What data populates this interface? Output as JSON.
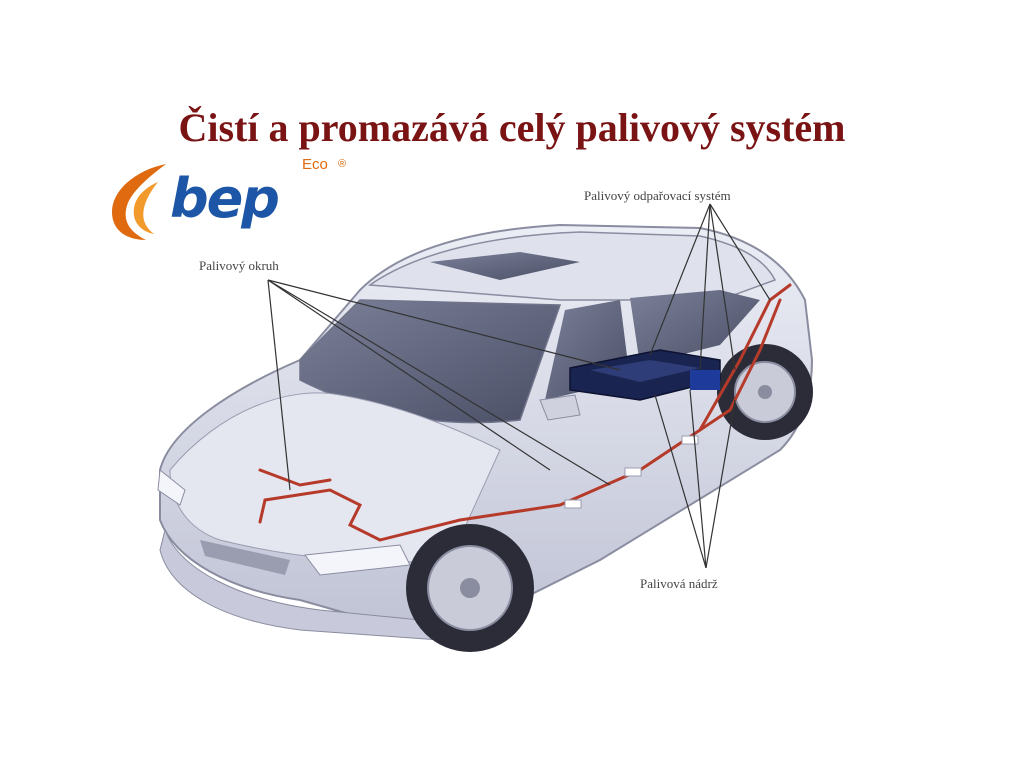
{
  "slide": {
    "title": "Čistí a promazává celý palivový systém"
  },
  "logo": {
    "brand": "bep",
    "sub": "Eco",
    "registered": "®",
    "colors": {
      "blue": "#1d56a6",
      "orange": "#e06a10"
    }
  },
  "labels": {
    "fuel_circuit": "Palivový okruh",
    "evap_system": "Palivový odpařovací systém",
    "fuel_tank": "Palivová nádrž"
  },
  "colors": {
    "title": "#7a1414",
    "fuel_line": "#b63a2a",
    "car_body": "#d8dae8",
    "tank": "#1a2450"
  }
}
